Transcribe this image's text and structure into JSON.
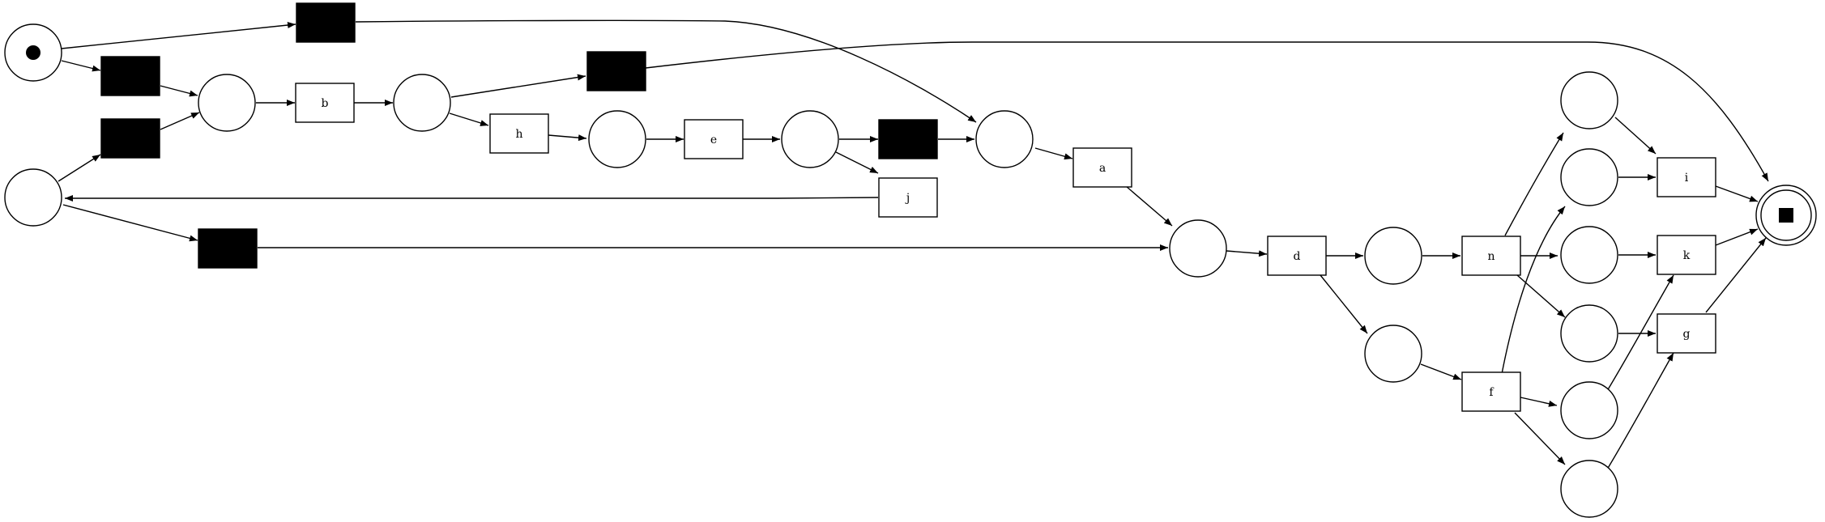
{
  "diagram": {
    "type": "petri-net",
    "transitions": {
      "a": "a",
      "b": "b",
      "d": "d",
      "e": "e",
      "f": "f",
      "g": "g",
      "h": "h",
      "i": "i",
      "j": "j",
      "k": "k",
      "n": "n"
    }
  }
}
